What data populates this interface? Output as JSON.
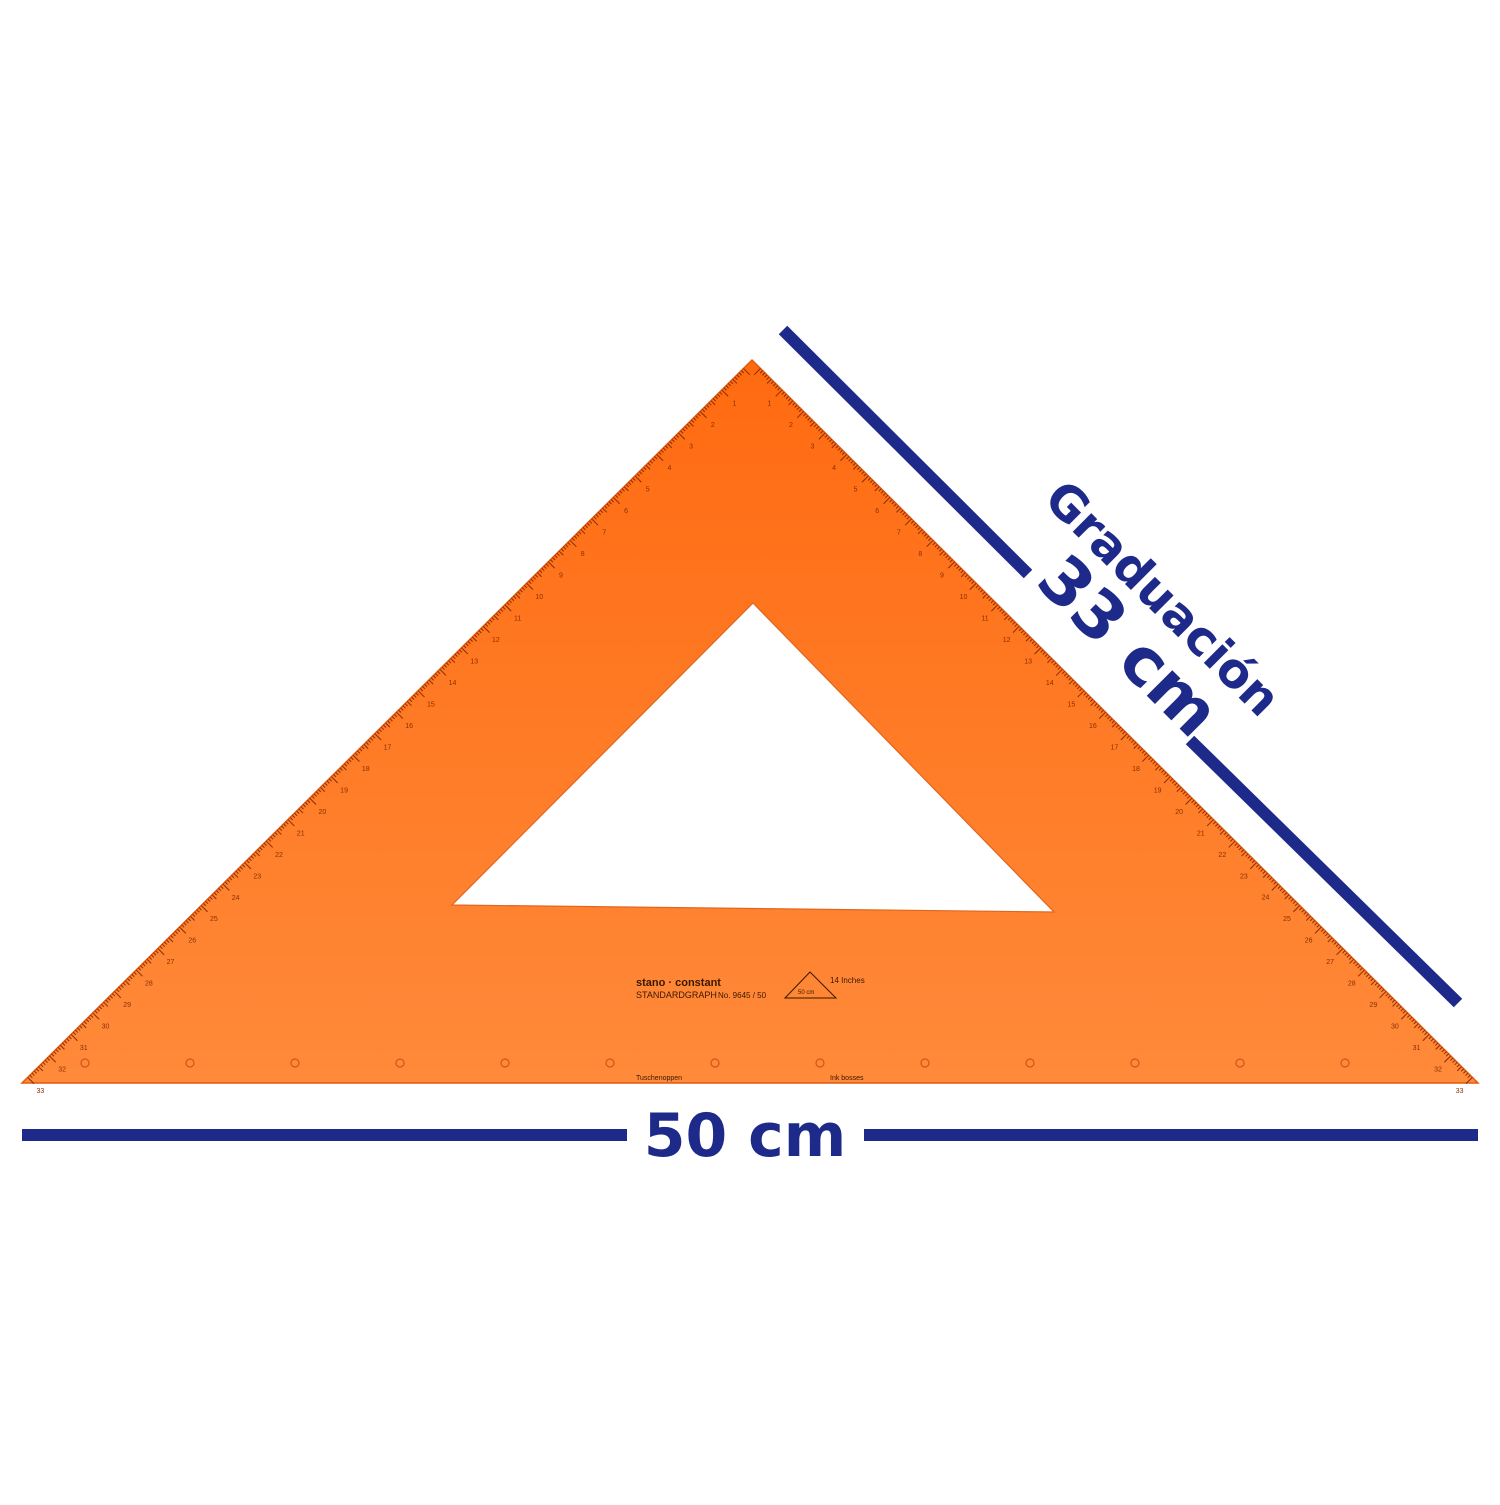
{
  "colors": {
    "background": "#ffffff",
    "set_square": "#ff7a24",
    "set_square_edge": "#ff8a3a",
    "dimension_line": "#1e2a8a"
  },
  "set_square": {
    "brand": "stano · constant",
    "model": "STANDARDGRAPH",
    "model_number": "No. 9645 / 50",
    "logo_top": "14 Inches",
    "logo_inner": "50 cm",
    "ink_bosses_de": "Tuschenoppen",
    "ink_bosses_en": "Ink bosses",
    "scale_max_cm": 33
  },
  "dimensions": {
    "hypotenuse_caption": "Graduación",
    "hypotenuse_length": "33 cm",
    "base_length": "50 cm"
  }
}
